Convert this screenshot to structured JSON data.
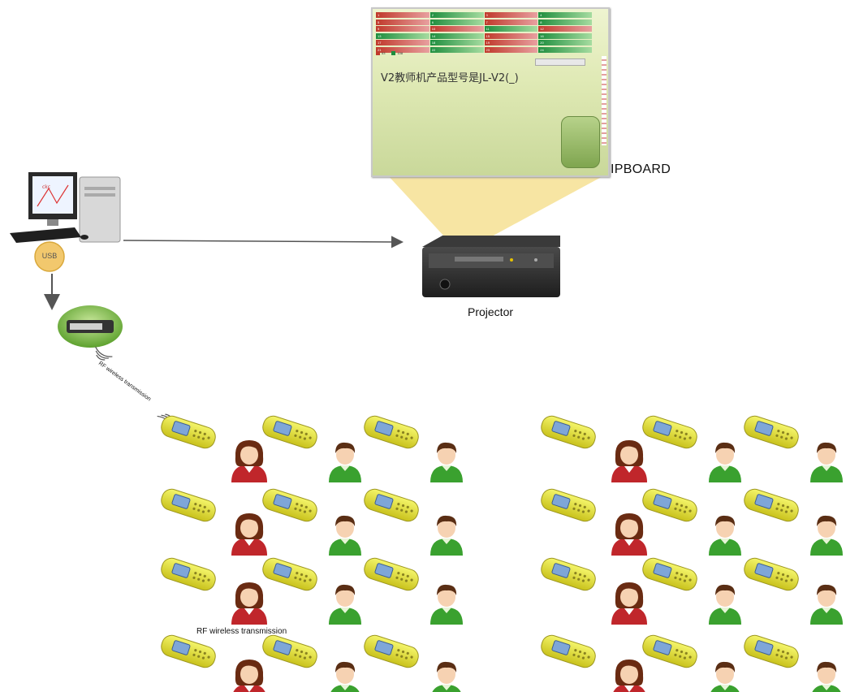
{
  "labels": {
    "ipboard": "IPBOARD",
    "projector": "Projector",
    "usb": "USB",
    "rf_diagonal": "RF wireless transmission",
    "rf_bottom": "RF wireless transmission"
  },
  "board": {
    "question": "V2教师机产品型号是JL-V2(_)",
    "cells": [
      "1",
      "2",
      "3",
      "4",
      "5",
      "6",
      "7",
      "8",
      "9",
      "10",
      "11",
      "12",
      "13",
      "14",
      "15",
      "16",
      "17",
      "18",
      "19",
      "20",
      "21",
      "22",
      "23",
      "24"
    ],
    "legend": [
      "53",
      "108"
    ]
  },
  "colors": {
    "student_female_shirt": "#c0262b",
    "student_male_shirt": "#3aa12f",
    "keypad": "#e3e63a",
    "beam": "#f7e5a3",
    "arrow": "#555555"
  },
  "icons": [
    "computer-icon",
    "usb-badge-icon",
    "usb-receiver-icon",
    "projector-icon",
    "whiteboard-icon",
    "keypad-icon",
    "student-female-icon",
    "student-male-icon",
    "signal-icon"
  ]
}
